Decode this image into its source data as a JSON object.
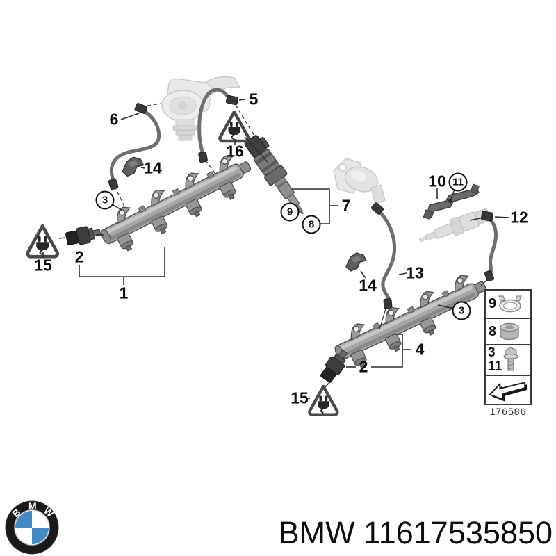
{
  "diagram": {
    "callouts": [
      {
        "text": "6",
        "shape": "plain"
      },
      {
        "text": "5",
        "shape": "plain"
      },
      {
        "text": "16",
        "shape": "plain"
      },
      {
        "text": "14",
        "shape": "plain"
      },
      {
        "text": "7",
        "shape": "plain"
      },
      {
        "text": "9",
        "shape": "circled"
      },
      {
        "text": "8",
        "shape": "circled"
      },
      {
        "text": "10",
        "shape": "plain"
      },
      {
        "text": "11",
        "shape": "circled"
      },
      {
        "text": "12",
        "shape": "plain"
      },
      {
        "text": "13",
        "shape": "plain"
      },
      {
        "text": "14",
        "shape": "plain"
      },
      {
        "text": "3",
        "shape": "circled"
      },
      {
        "text": "2",
        "shape": "plain"
      },
      {
        "text": "15",
        "shape": "plain"
      },
      {
        "text": "1",
        "shape": "plain"
      },
      {
        "text": "3",
        "shape": "circled"
      },
      {
        "text": "4",
        "shape": "plain"
      },
      {
        "text": "2",
        "shape": "plain"
      },
      {
        "text": "15",
        "shape": "plain"
      }
    ],
    "legend": {
      "r1": "9",
      "r2": "8",
      "r3a": "3",
      "r3b": "11",
      "drawing_number": "176586"
    },
    "icons": {
      "warning": "electric-plug-warning-triangle-icon",
      "legend_r1": "seal-ring-icon",
      "legend_r2": "support-sleeve-icon",
      "legend_r3": "screw-icon",
      "legend_r4": "direction-arrow-icon",
      "logo": "bmw-roundel-logo"
    }
  },
  "footer": {
    "logo_letters": [
      "B",
      "M",
      "W"
    ],
    "part_text": "BMW 11617535850"
  }
}
